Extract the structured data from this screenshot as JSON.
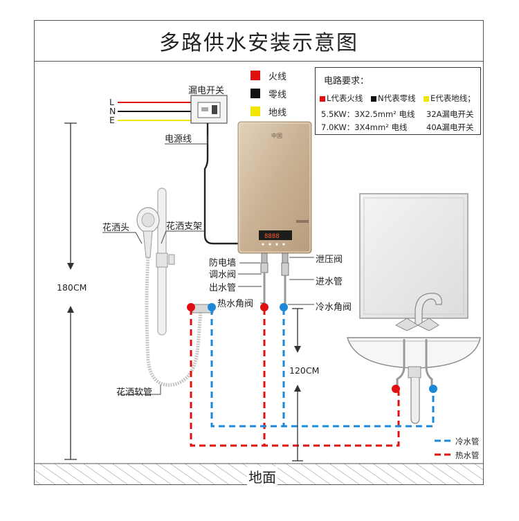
{
  "title": "多路供水安装示意图",
  "legend": [
    {
      "label": "火线",
      "color": "#e01010"
    },
    {
      "label": "零线",
      "color": "#111111"
    },
    {
      "label": "地线",
      "color": "#f2e600"
    }
  ],
  "requirements": {
    "title": "电路要求：",
    "items": [
      {
        "text": "L代表火线",
        "color": "#e01010"
      },
      {
        "text": "N代表零线",
        "color": "#111111"
      },
      {
        "text": "E代表地线；",
        "color": "#f2e600"
      }
    ],
    "specs": [
      {
        "power": "5.5KW：3X2.5mm² 电线",
        "breaker": "32A漏电开关"
      },
      {
        "power": "7.0KW：3X4mm² 电线",
        "breaker": "40A漏电开关"
      }
    ]
  },
  "labels": {
    "leakage_switch": "漏电开关",
    "L": "L",
    "N": "N",
    "E": "E",
    "power_cord": "电源线",
    "shower_head": "花洒头",
    "shower_bracket": "花洒支架",
    "anti_electric_wall": "防电墙",
    "regulating_valve": "调水阀",
    "outlet_pipe": "出水管",
    "hot_angle_valve": "热水角阀",
    "pressure_relief_valve": "泄压阀",
    "inlet_pipe": "进水管",
    "cold_angle_valve": "冷水角阀",
    "height_180": "180CM",
    "height_120": "120CM",
    "shower_hose": "花洒软管",
    "ground": "地面",
    "heater_brand": "中国"
  },
  "pipe_legend": [
    {
      "label": "冷水管",
      "color": "#1e88d8"
    },
    {
      "label": "热水管",
      "color": "#e01010"
    }
  ],
  "colors": {
    "hot": "#e01010",
    "cold": "#1e88d8",
    "heater": "#cdb79a"
  }
}
